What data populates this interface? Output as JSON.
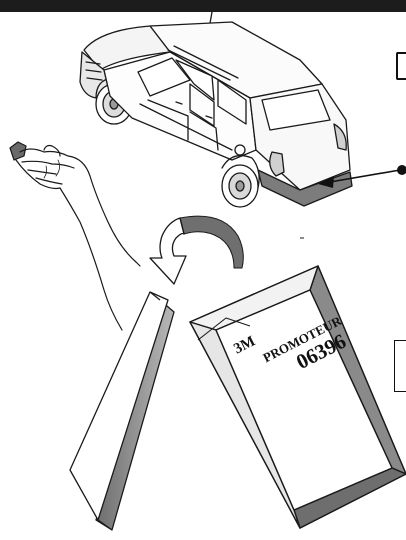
{
  "card": {
    "brand": "3M",
    "label": "PROMOTEUR",
    "code": "06396"
  },
  "illustration": {
    "items": [
      "car-icon",
      "hand-icon",
      "rotate-arrow-icon",
      "blank-card-back",
      "promoteur-card",
      "pointer-arrow-icon"
    ],
    "stroke_color": "#1a1a1a",
    "shadow_color": "#8a8a8a",
    "bar_color": "#1c1c1c"
  }
}
